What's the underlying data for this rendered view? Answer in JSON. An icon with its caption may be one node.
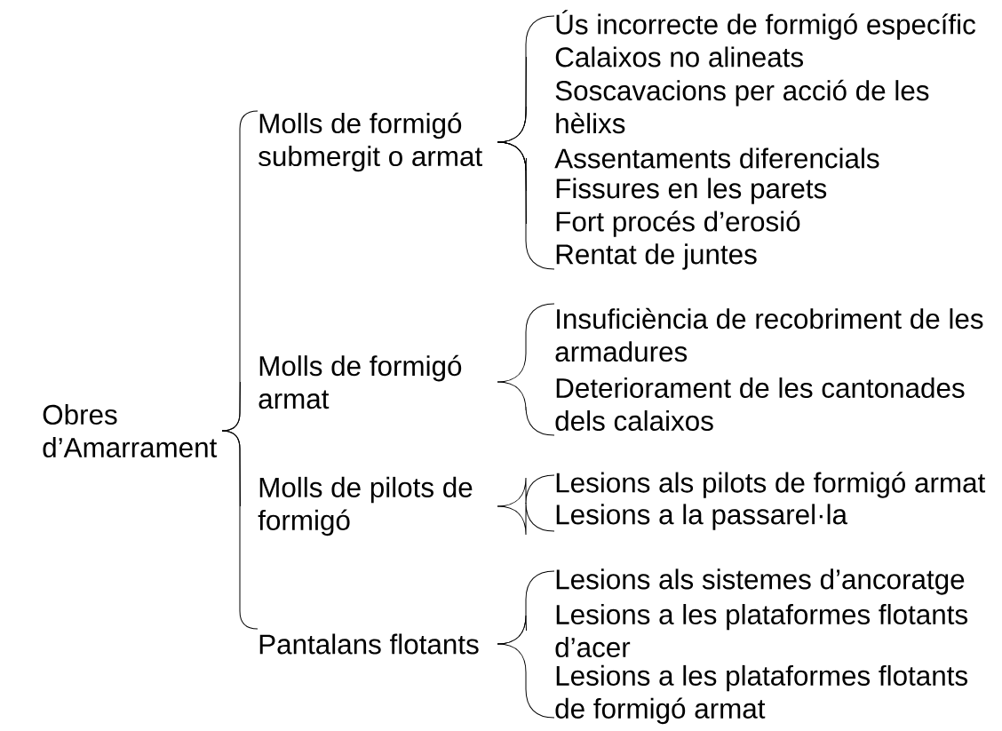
{
  "diagram": {
    "nodes": [
      {
        "text": [
          "Obres d’Amarrament"
        ]
      },
      {
        "text": [
          "Molls de formigó submergit o armat"
        ]
      },
      {
        "text": [
          "Molls de formigó armat"
        ]
      },
      {
        "text": [
          "Molls de pilots de formigó"
        ]
      },
      {
        "text": [
          "Pantalans flotants"
        ]
      },
      {
        "text": [
          "Ús incorrecte de formigó específic"
        ]
      },
      {
        "text": [
          "Calaixos no alineats"
        ]
      },
      {
        "text": [
          "Soscavacions per acció de les hèlixs"
        ]
      },
      {
        "text": [
          "Assentaments diferencials"
        ]
      },
      {
        "text": [
          "Fissures en les parets"
        ]
      },
      {
        "text": [
          "Fort procés d’erosió"
        ]
      },
      {
        "text": [
          "Rentat de juntes"
        ]
      },
      {
        "text": [
          "Insuficiència de recobriment de les armadures"
        ]
      },
      {
        "text": [
          "Deteriorament de les cantonades dels calaixos"
        ]
      },
      {
        "text": [
          "Lesions als pilots de formigó armat"
        ]
      },
      {
        "text": [
          "Lesions a la passarel·la"
        ]
      },
      {
        "text": [
          "Lesions als sistemes d’ancoratge"
        ]
      },
      {
        "text": [
          "Lesions a les plataformes flotants d’acer"
        ]
      },
      {
        "text": [
          "Lesions a les plataformes flotants de formigó armat"
        ]
      }
    ],
    "edges": [
      {
        "from": 0,
        "to": 1,
        "arrow": "none"
      },
      {
        "from": 0,
        "to": 2,
        "arrow": "none"
      },
      {
        "from": 0,
        "to": 3,
        "arrow": "none"
      },
      {
        "from": 0,
        "to": 4,
        "arrow": "none"
      },
      {
        "from": 1,
        "to": 5,
        "arrow": "none"
      },
      {
        "from": 1,
        "to": 6,
        "arrow": "none"
      },
      {
        "from": 1,
        "to": 7,
        "arrow": "none"
      },
      {
        "from": 1,
        "to": 8,
        "arrow": "none"
      },
      {
        "from": 1,
        "to": 9,
        "arrow": "none"
      },
      {
        "from": 1,
        "to": 10,
        "arrow": "none"
      },
      {
        "from": 1,
        "to": 11,
        "arrow": "none"
      },
      {
        "from": 2,
        "to": 12,
        "arrow": "none"
      },
      {
        "from": 2,
        "to": 13,
        "arrow": "none"
      },
      {
        "from": 3,
        "to": 14,
        "arrow": "none"
      },
      {
        "from": 3,
        "to": 15,
        "arrow": "none"
      },
      {
        "from": 4,
        "to": 16,
        "arrow": "none"
      },
      {
        "from": 4,
        "to": 17,
        "arrow": "none"
      },
      {
        "from": 4,
        "to": 18,
        "arrow": "none"
      }
    ]
  }
}
